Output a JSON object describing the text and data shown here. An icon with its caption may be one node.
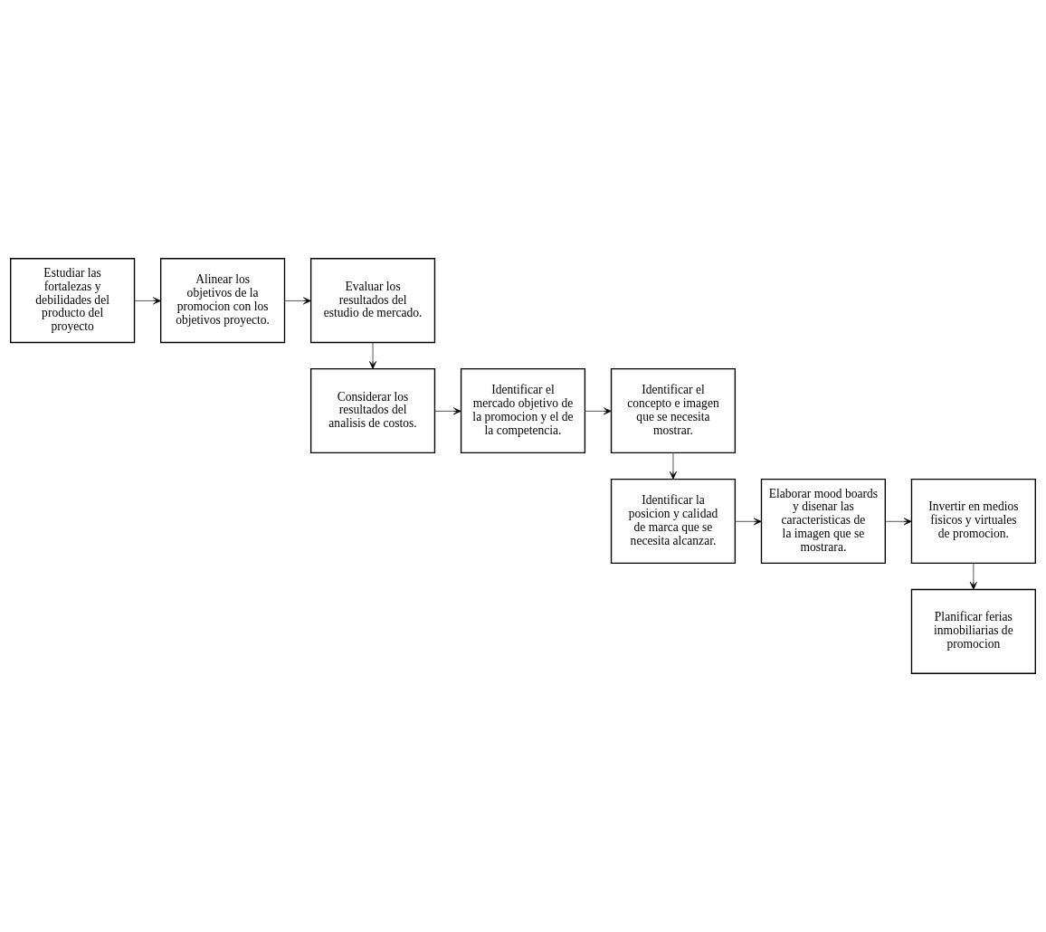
{
  "diagram": {
    "nodes": [
      {
        "text": [
          "Estudiar las fortalezas y debilidades del producto del proyecto"
        ]
      },
      {
        "text": [
          "Alinear los objetivos de la promocion con los objetivos proyecto."
        ]
      },
      {
        "text": [
          "Evaluar los resultados del estudio de mercado."
        ]
      },
      {
        "text": [
          "Considerar los resultados del analisis de costos."
        ]
      },
      {
        "text": [
          "Identificar el mercado objetivo de la promocion y el de la competencia."
        ]
      },
      {
        "text": [
          "Identificar el concepto e imagen que se necesita mostrar."
        ]
      },
      {
        "text": [
          "Identificar la posicion y calidad de marca que se necesita alcanzar."
        ]
      },
      {
        "text": [
          "Elaborar mood boards y disenar las caracteristicas de la imagen que se mostrara."
        ]
      },
      {
        "text": [
          "Invertir en medios fisicos y virtuales de promocion."
        ]
      },
      {
        "text": [
          "Planificar ferias inmobiliarias de promocion"
        ]
      }
    ],
    "edges": [
      {
        "from": 0,
        "to": 1,
        "arrow": "to"
      },
      {
        "from": 1,
        "to": 2,
        "arrow": "to"
      },
      {
        "from": 2,
        "to": 3,
        "arrow": "to"
      },
      {
        "from": 3,
        "to": 4,
        "arrow": "to"
      },
      {
        "from": 4,
        "to": 5,
        "arrow": "to"
      },
      {
        "from": 5,
        "to": 6,
        "arrow": "to"
      },
      {
        "from": 6,
        "to": 7,
        "arrow": "to"
      },
      {
        "from": 7,
        "to": 8,
        "arrow": "to"
      },
      {
        "from": 8,
        "to": 9,
        "arrow": "to"
      }
    ]
  }
}
